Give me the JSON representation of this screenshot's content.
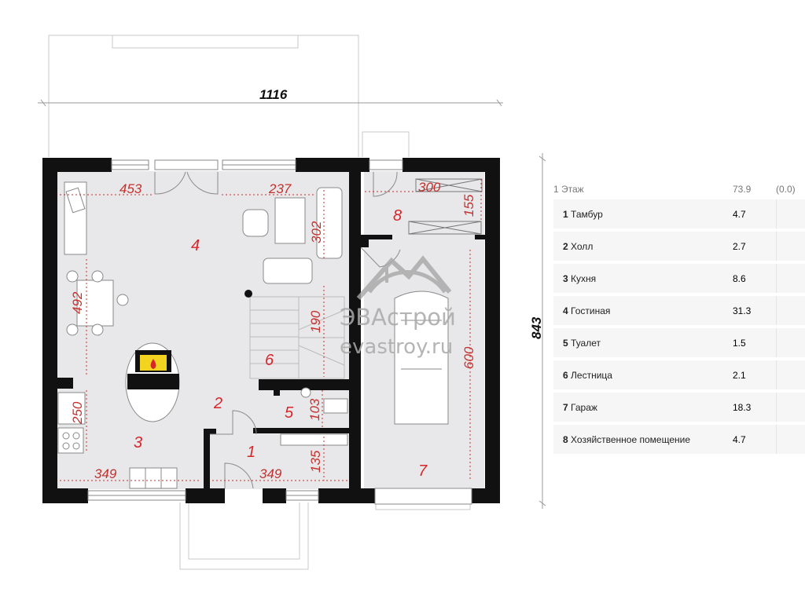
{
  "plan": {
    "overall_width_dim": "1116",
    "overall_height_dim": "843",
    "dimensions": [
      "453",
      "237",
      "300",
      "155",
      "302",
      "492",
      "190",
      "600",
      "250",
      "103",
      "135",
      "349",
      "349"
    ],
    "room_numbers": [
      "1",
      "2",
      "3",
      "4",
      "5",
      "6",
      "7",
      "8"
    ],
    "watermark": {
      "brand": "ЭВАстрой",
      "site": "evastroy.ru"
    }
  },
  "table": {
    "header": {
      "name": "1 Этаж",
      "area": "73.9",
      "extra": "(0.0)"
    },
    "rooms": [
      {
        "num": "1",
        "name": "Тамбур",
        "area": "4.7"
      },
      {
        "num": "2",
        "name": "Холл",
        "area": "2.7"
      },
      {
        "num": "3",
        "name": "Кухня",
        "area": "8.6"
      },
      {
        "num": "4",
        "name": "Гостиная",
        "area": "31.3"
      },
      {
        "num": "5",
        "name": "Туалет",
        "area": "1.5"
      },
      {
        "num": "6",
        "name": "Лестница",
        "area": "2.1"
      },
      {
        "num": "7",
        "name": "Гараж",
        "area": "18.3"
      },
      {
        "num": "8",
        "name": "Хозяйственное помещение",
        "area": "4.7"
      }
    ]
  },
  "colors": {
    "wall": "#111111",
    "floor": "#e8e8ea",
    "dimension": "#c4302c",
    "room_label": "#d8252a"
  }
}
